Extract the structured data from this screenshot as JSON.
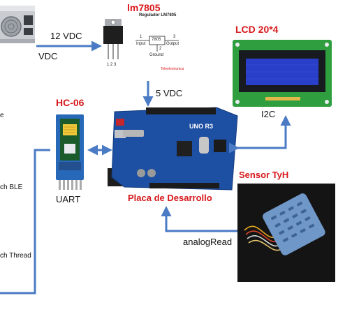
{
  "labels": {
    "lm7805_title": "lm7805",
    "lm7805_subtitle": "Regulador LM7805",
    "lm7805_chip": "7805",
    "lm7805_input": "Input",
    "lm7805_output": "Output",
    "lm7805_ground": "Ground",
    "lm7805_pin1": "1",
    "lm7805_pin2": "2",
    "lm7805_pin3": "3",
    "lm7805_pins": "1  2  3",
    "lm7805_credit": "Teleelectronica",
    "vdc12": "12 VDC",
    "vdc_left": "VDC",
    "vdc5": "5 VDC",
    "lcd_title": "LCD 20*4",
    "i2c": "I2C",
    "hc06_title": "HC-06",
    "uart": "UART",
    "board_model": "UNO R3",
    "board_title": "Placa de Desarrollo",
    "sensor_title": "Sensor TyH",
    "analog_read": "analogRead",
    "edge_e": "e",
    "edge_ble": "ch BLE",
    "edge_thread": "ch Thread"
  },
  "colors": {
    "arrow": "#4a7bc4",
    "title_red": "#d7191c",
    "board_blue": "#1d4fa3",
    "lcd_green": "#2f9e3f",
    "lcd_screen": "#2a3fc9",
    "sensor_blue": "#6f97c8",
    "module_blue": "#2868b8"
  }
}
